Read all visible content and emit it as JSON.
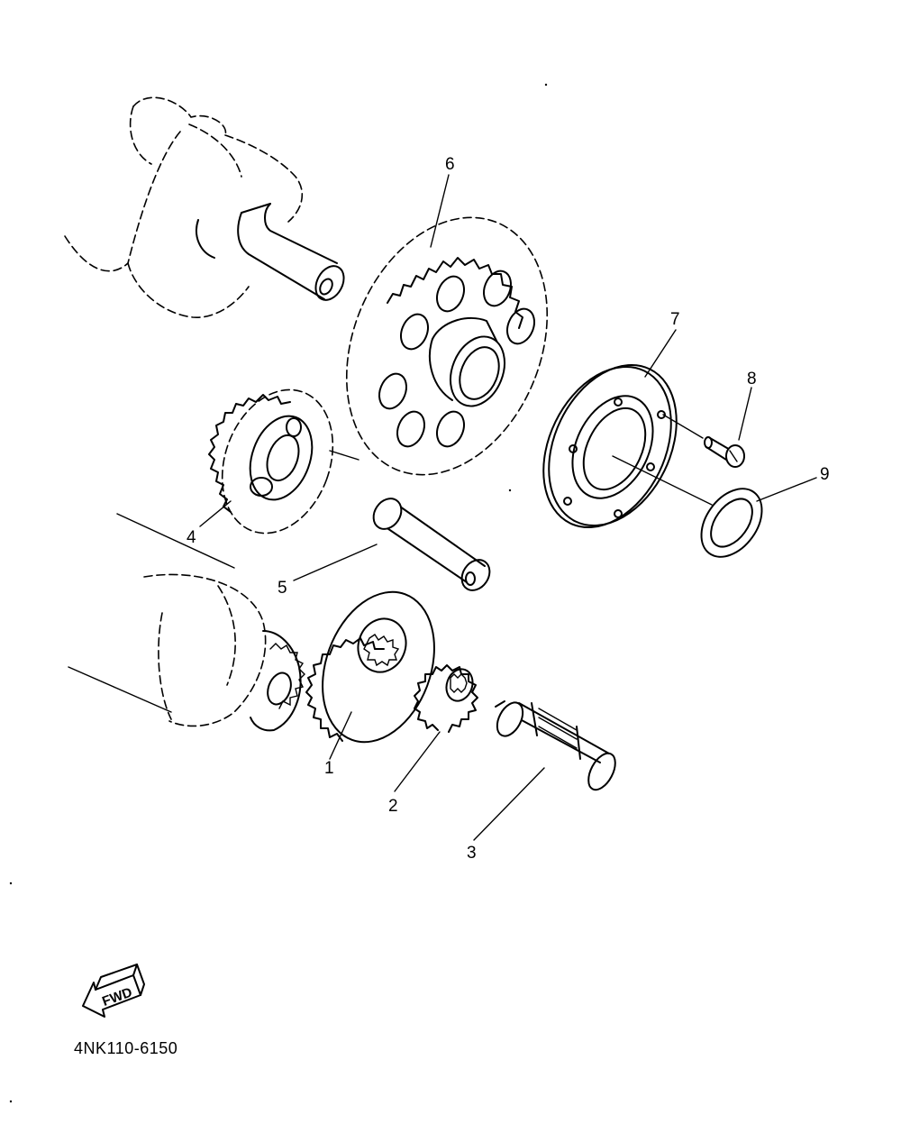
{
  "diagram": {
    "part_code": "4NK110-6150",
    "fwd_label": "FWD",
    "callouts": [
      {
        "id": "1",
        "label": "1"
      },
      {
        "id": "2",
        "label": "2"
      },
      {
        "id": "3",
        "label": "3"
      },
      {
        "id": "4",
        "label": "4"
      },
      {
        "id": "5",
        "label": "5"
      },
      {
        "id": "6",
        "label": "6"
      },
      {
        "id": "7",
        "label": "7"
      },
      {
        "id": "8",
        "label": "8"
      },
      {
        "id": "9",
        "label": "9"
      }
    ]
  }
}
